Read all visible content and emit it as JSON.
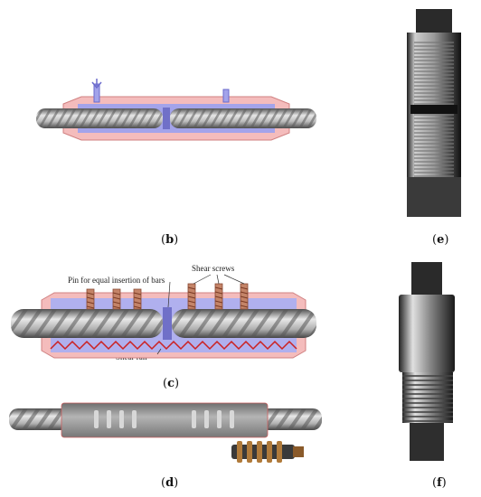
{
  "captions": {
    "b": "b",
    "c": "c",
    "d": "d",
    "e": "e",
    "f": "f"
  },
  "annotations": {
    "pin": "Pin for equal insertion of bars",
    "shear_screws": "Shear screws",
    "shear_rail": "Shear rail"
  },
  "colors": {
    "sleeve_fill": "#f2b8b8",
    "sleeve_edge": "#d08080",
    "grout_fill": "#9a9ae6",
    "bar_dark": "#6a6a6a",
    "bar_light": "#d8d8d8",
    "rail": "#cc2222",
    "screw": "#b0705a",
    "coupler_grey": "#8c8c8c",
    "photo_dark": "#2a2a2a"
  }
}
